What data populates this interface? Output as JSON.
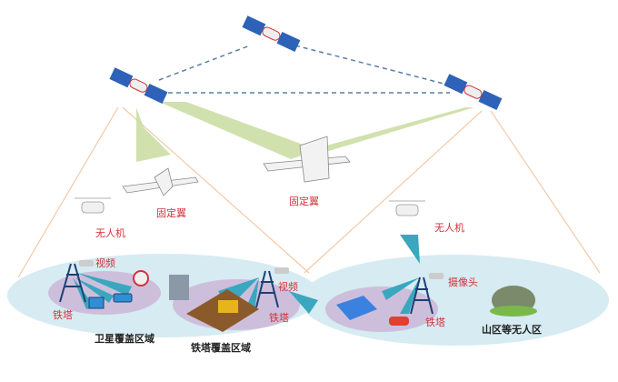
{
  "labels": {
    "drone_left": "无人机",
    "fixed_wing_left": "固定翼",
    "fixed_wing_center": "固定翼",
    "drone_right": "无人机",
    "video_left": "视频",
    "tower_left": "铁塔",
    "satellite_area": "卫星覆盖区域",
    "tower_area": "铁塔覆盖区域",
    "video_mid": "视频",
    "tower_mid": "铁塔",
    "camera": "摄像头",
    "tower_right": "铁塔",
    "uninhabited_area": "山区等无人区"
  },
  "colors": {
    "label_red": "#d0323a",
    "coverage": "#d6ebf2",
    "tower_zone": "#cdbfdc",
    "beam": "#3aa7bf",
    "sat_beam": "#c9dca0",
    "tower": "#1f3f73"
  }
}
